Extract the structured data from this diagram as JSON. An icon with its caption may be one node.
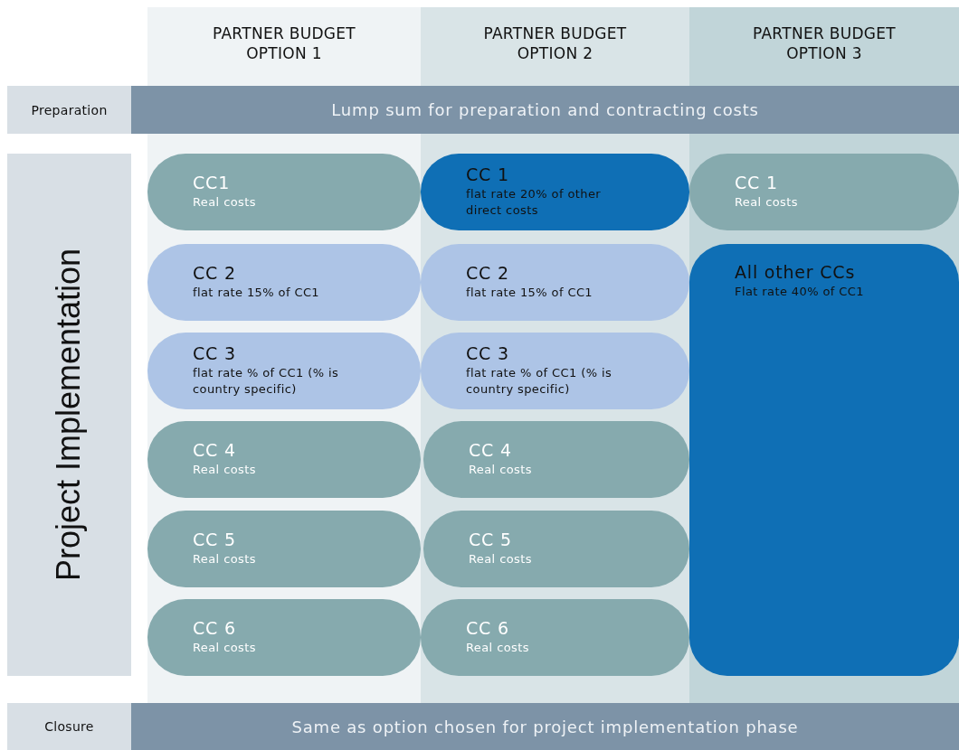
{
  "diagram": {
    "nodes": [
      {
        "text": [
          "PARTNER BUDGET OPTION 1"
        ]
      },
      {
        "text": [
          "PARTNER BUDGET OPTION 2"
        ]
      },
      {
        "text": [
          "PARTNER BUDGET OPTION 3"
        ]
      },
      {
        "text": [
          "Preparation"
        ]
      },
      {
        "text": [
          "Lump sum for preparation and contracting costs"
        ]
      },
      {
        "text": [
          "Project Implementation"
        ]
      },
      {
        "text": [
          "CC1",
          "Real costs"
        ]
      },
      {
        "text": [
          "CC 2",
          "flat rate 15% of CC1"
        ]
      },
      {
        "text": [
          "CC 3",
          "flat rate % of CC1 (% is country specific)"
        ]
      },
      {
        "text": [
          "CC 4",
          "Real costs"
        ]
      },
      {
        "text": [
          "CC 5",
          "Real costs"
        ]
      },
      {
        "text": [
          "CC 6",
          "Real costs"
        ]
      },
      {
        "text": [
          "CC 1",
          "flat rate 20% of other direct costs"
        ]
      },
      {
        "text": [
          "CC 2",
          "flat rate 15% of CC1"
        ]
      },
      {
        "text": [
          "CC 3",
          "flat rate % of CC1 (% is country specific)"
        ]
      },
      {
        "text": [
          "CC 4",
          "Real costs"
        ]
      },
      {
        "text": [
          "CC 5",
          "Real costs"
        ]
      },
      {
        "text": [
          "CC 6",
          "Real costs"
        ]
      },
      {
        "text": [
          "CC 1",
          "Real costs"
        ]
      },
      {
        "text": [
          "All other CCs",
          "Flat rate 40% of CC1"
        ]
      },
      {
        "text": [
          "Closure"
        ]
      },
      {
        "text": [
          "Same as option chosen for project implementation phase"
        ]
      }
    ],
    "edges": []
  }
}
